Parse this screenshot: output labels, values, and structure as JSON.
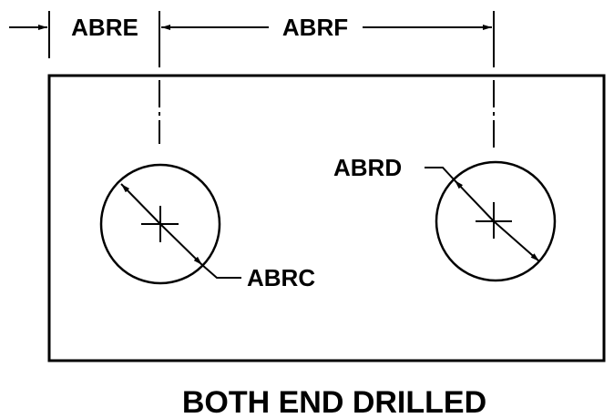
{
  "dimensions": {
    "edge_to_hole": "ABRE",
    "hole_spacing": "ABRF",
    "left_hole_diameter": "ABRC",
    "right_hole_diameter": "ABRD"
  },
  "caption": "BOTH END DRILLED",
  "colors": {
    "ink": "#000000",
    "background": "#ffffff"
  }
}
